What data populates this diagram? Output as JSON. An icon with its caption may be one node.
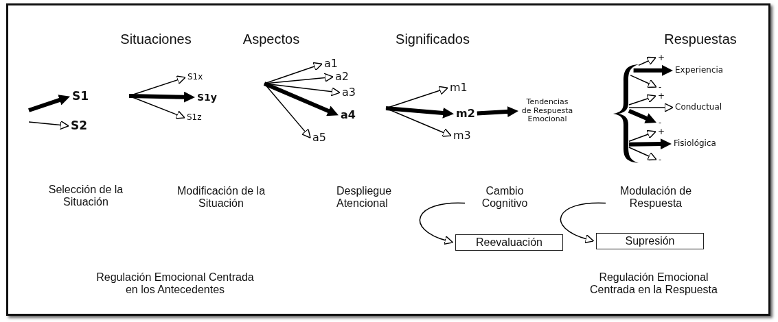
{
  "diagram": {
    "nodes": [
      {
        "text": [
          "S1"
        ]
      },
      {
        "text": [
          "S2"
        ]
      },
      {
        "text": [
          "S1x"
        ]
      },
      {
        "text": [
          "S1y"
        ]
      },
      {
        "text": [
          "S1z"
        ]
      },
      {
        "text": [
          "a1"
        ]
      },
      {
        "text": [
          "a2"
        ]
      },
      {
        "text": [
          "a3"
        ]
      },
      {
        "text": [
          "a4"
        ]
      },
      {
        "text": [
          "a5"
        ]
      },
      {
        "text": [
          "m1"
        ]
      },
      {
        "text": [
          "m2"
        ]
      },
      {
        "text": [
          "m3"
        ]
      },
      {
        "text": [
          "Tendencias de Respuesta Emocional"
        ]
      },
      {
        "text": [
          "+"
        ]
      },
      {
        "text": [
          "Experiencia"
        ]
      },
      {
        "text": [
          "-"
        ]
      },
      {
        "text": [
          "+"
        ]
      },
      {
        "text": [
          "Conductual"
        ]
      },
      {
        "text": [
          "-"
        ]
      },
      {
        "text": [
          "+"
        ]
      },
      {
        "text": [
          "Fisiológica"
        ]
      },
      {
        "text": [
          "-"
        ]
      },
      {
        "text": [
          "Cambio Cognitivo"
        ]
      },
      {
        "text": [
          "Modulación de Respuesta"
        ]
      },
      {
        "text": [
          "Reevaluación"
        ]
      },
      {
        "text": [
          "Supresión"
        ]
      },
      {
        "text": [],
        "shape": "bracket"
      }
    ],
    "edges": [
      {
        "from": null,
        "to": 0,
        "arrow": "to",
        "style": "thick"
      },
      {
        "from": null,
        "to": 1,
        "arrow": "to"
      },
      {
        "from": null,
        "to": 2,
        "arrow": "to"
      },
      {
        "from": null,
        "to": 3,
        "arrow": "to",
        "style": "thick"
      },
      {
        "from": null,
        "to": 4,
        "arrow": "to"
      },
      {
        "from": null,
        "to": 5,
        "arrow": "to"
      },
      {
        "from": null,
        "to": 6,
        "arrow": "to"
      },
      {
        "from": null,
        "to": 7,
        "arrow": "to"
      },
      {
        "from": null,
        "to": 8,
        "arrow": "to",
        "style": "thick"
      },
      {
        "from": null,
        "to": 9,
        "arrow": "to"
      },
      {
        "from": null,
        "to": 10,
        "arrow": "to"
      },
      {
        "from": null,
        "to": 11,
        "arrow": "to",
        "style": "thick"
      },
      {
        "from": null,
        "to": 12,
        "arrow": "to"
      },
      {
        "from": 11,
        "to": 13,
        "arrow": "to",
        "style": "thick"
      },
      {
        "from": 27,
        "to": 14,
        "arrow": "to"
      },
      {
        "from": 27,
        "to": 15,
        "arrow": "to",
        "style": "thick"
      },
      {
        "from": 27,
        "to": 16,
        "arrow": "to"
      },
      {
        "from": 27,
        "to": 17,
        "arrow": "to"
      },
      {
        "from": 27,
        "to": 18,
        "arrow": "to"
      },
      {
        "from": 27,
        "to": 19,
        "arrow": "to",
        "style": "thick"
      },
      {
        "from": 27,
        "to": 20,
        "arrow": "to"
      },
      {
        "from": 27,
        "to": 21,
        "arrow": "to",
        "style": "thick"
      },
      {
        "from": 27,
        "to": 22,
        "arrow": "to"
      },
      {
        "from": 23,
        "to": 25,
        "arrow": "to"
      },
      {
        "from": 24,
        "to": 26,
        "arrow": "to"
      }
    ],
    "labels": [
      "Situaciones",
      "Aspectos",
      "Significados",
      "Respuestas",
      "Selección de la Situación",
      "Modificación de la Situación",
      "Despliegue Atencional",
      "Regulación Emocional Centrada en los Antecedentes",
      "Regulación Emocional Centrada en la Respuesta"
    ]
  }
}
